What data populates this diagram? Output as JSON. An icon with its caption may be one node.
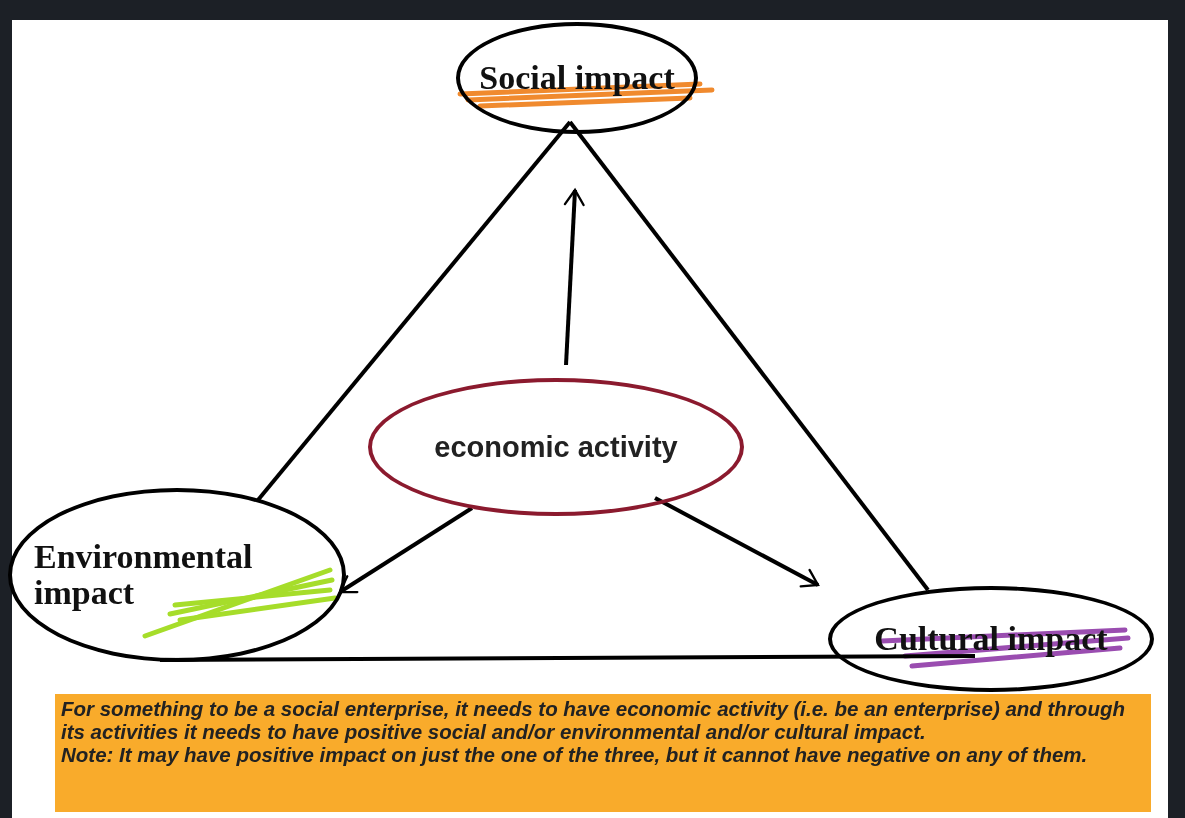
{
  "diagram": {
    "nodes": [
      {
        "text": [
          "Social impact"
        ]
      },
      {
        "text": [
          "economic activity"
        ]
      },
      {
        "text": [
          "Environmental impact"
        ]
      },
      {
        "text": [
          "Cultural impact"
        ]
      },
      {
        "text": [
          "For something to be a social enterprise, it needs to have economic activity (i.e. be an enterprise) and through its activities it needs to have positive social and/or environmental and/or cultural impact.",
          "Note: It may have positive impact on just the one of the three, but it cannot have negative on any of them."
        ]
      }
    ],
    "edges": [
      {
        "from": 1,
        "to": 0,
        "arrow": "to"
      },
      {
        "from": 1,
        "to": 2,
        "arrow": "to"
      },
      {
        "from": 1,
        "to": 3,
        "arrow": "to"
      },
      {
        "from": 0,
        "to": 2,
        "arrow": "none"
      },
      {
        "from": 0,
        "to": 3,
        "arrow": "none"
      },
      {
        "from": 2,
        "to": 3,
        "arrow": "none"
      }
    ]
  }
}
